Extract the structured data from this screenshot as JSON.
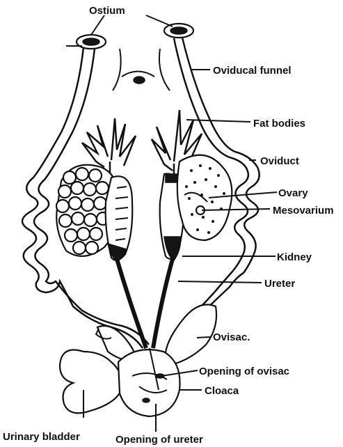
{
  "diagram": {
    "labels": {
      "ostium": "Ostium",
      "oviducal_funnel": "Oviducal funnel",
      "fat_bodies": "Fat bodies",
      "oviduct": "Oviduct",
      "ovary": "Ovary",
      "mesovarium": "Mesovarium",
      "kidney": "Kidney",
      "ureter": "Ureter",
      "ovisac": "Ovisac.",
      "opening_of_ovisac": "Opening of ovisac",
      "cloaca": "Cloaca",
      "urinary_bladder": "Urinary bladder",
      "opening_of_ureter": "Opening of ureter"
    }
  }
}
